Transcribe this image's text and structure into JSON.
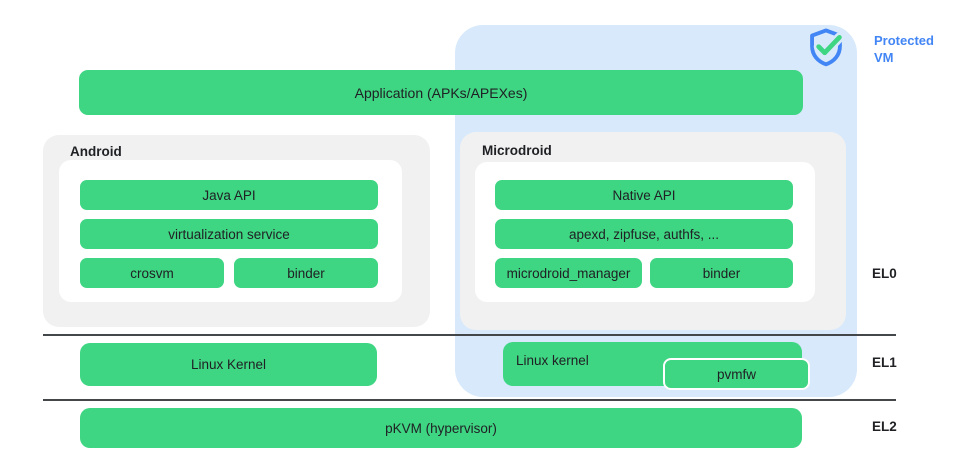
{
  "colors": {
    "bar_green": "#3ed583",
    "protected_vm_background": "#d7e9fb",
    "protected_vm_text": "#4285f4",
    "group_box_gray": "#f1f1f1",
    "text": "#202124",
    "separator_line": "#44474a"
  },
  "protected_vm": {
    "label": "Protected VM",
    "icon": "shield-check-icon"
  },
  "layers": {
    "application": "Application (APKs/APEXes)"
  },
  "android": {
    "title": "Android",
    "java_api": "Java API",
    "virtualization_service": "virtualization service",
    "crosvm": "crosvm",
    "binder": "binder"
  },
  "microdroid": {
    "title": "Microdroid",
    "native_api": "Native API",
    "apexd": "apexd, zipfuse, authfs, ...",
    "manager": "microdroid_manager",
    "binder": "binder"
  },
  "el1_row": {
    "linux_kernel_host": "Linux Kernel",
    "linux_kernel_vm": "Linux kernel",
    "pvmfw": "pvmfw"
  },
  "el2_row": {
    "pkvm": "pKVM (hypervisor)"
  },
  "exception_levels": {
    "el0": "EL0",
    "el1": "EL1",
    "el2": "EL2"
  }
}
